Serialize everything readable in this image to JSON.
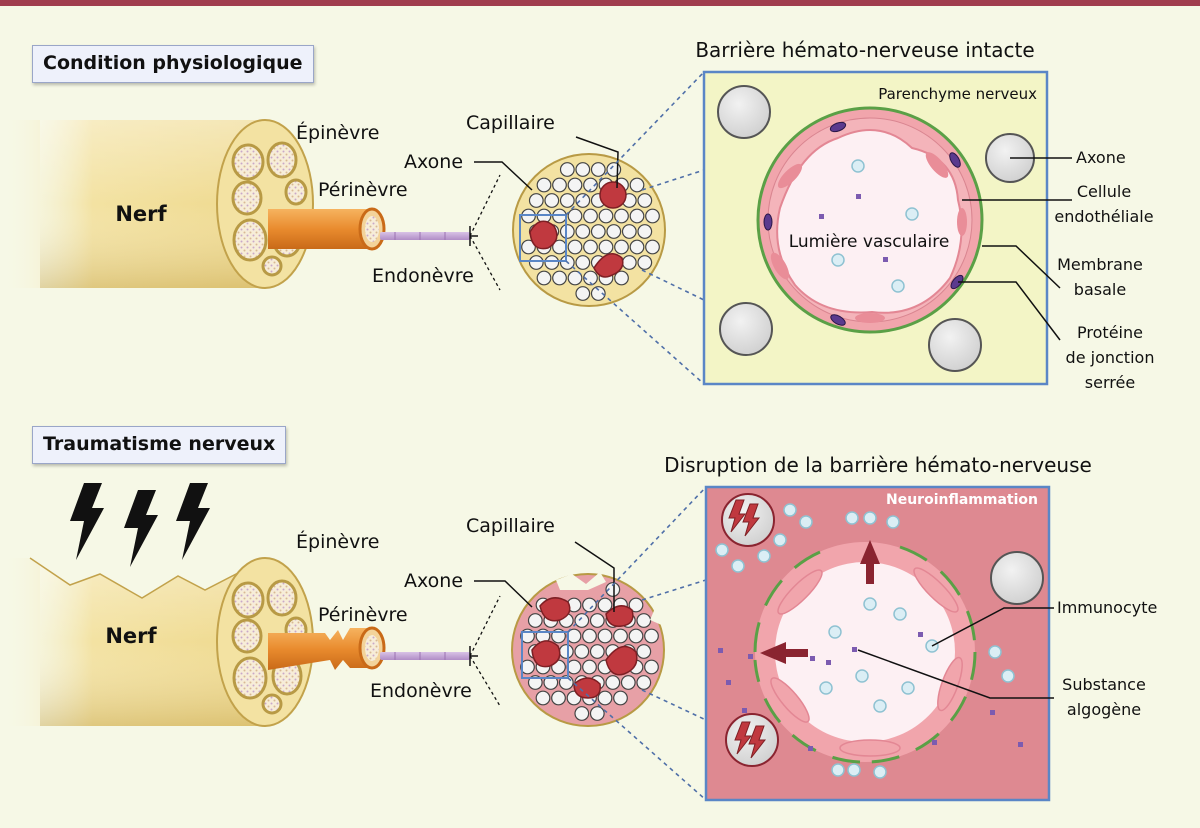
{
  "panels": {
    "top": {
      "title": "Condition physiologique",
      "zoom_title": "Barrière hémato-nerveuse intacte",
      "nerve_label": "Nerf",
      "labels": {
        "epinevre": "Épinèvre",
        "perinevre": "Périnèvre",
        "endonevre": "Endonèvre",
        "axone": "Axone",
        "capillaire": "Capillaire"
      },
      "zoom_labels": {
        "parenchyme": "Parenchyme nerveux",
        "lumiere": "Lumière vasculaire",
        "axone": "Axone",
        "cellule_1": "Cellule",
        "cellule_2": "endothéliale",
        "membrane_1": "Membrane",
        "membrane_2": "basale",
        "proteine_1": "Protéine",
        "proteine_2": "de jonction",
        "proteine_3": "serrée"
      }
    },
    "bottom": {
      "title": "Traumatisme nerveux",
      "zoom_title": "Disruption de la barrière hémato-nerveuse",
      "nerve_label": "Nerf",
      "labels": {
        "epinevre": "Épinèvre",
        "perinevre": "Périnèvre",
        "endonevre": "Endonèvre",
        "axone": "Axone",
        "capillaire": "Capillaire"
      },
      "zoom_labels": {
        "neuroinflammation": "Neuroinflammation",
        "immunocyte": "Immunocyte",
        "substance_1": "Substance",
        "substance_2": "algogène"
      }
    }
  },
  "colors": {
    "accent_bar": "#a03d4e",
    "background": "#f6f8e6",
    "nerve": "#f3e2a2",
    "fascicle_ring": "#b89a45",
    "perineurium": "#e98b2e",
    "capillary": "#c0393f",
    "zoom_border": "#5a86c6",
    "endothelium": "#f1a5ac",
    "basal_membrane": "#5aa046",
    "tight_junction": "#5b3a8e",
    "inflamed_bg": "#e08a92"
  }
}
